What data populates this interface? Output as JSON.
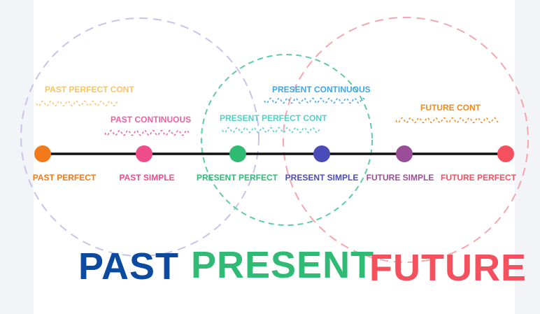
{
  "colors": {
    "timeline": "#111111",
    "past_big": "#0c4aa0",
    "present_big": "#2fbb73",
    "future_big": "#f4505d",
    "circle_past": "#c7c4ec",
    "circle_present": "#5ecba4",
    "circle_future": "#f5a6ad"
  },
  "headings": {
    "past": "PAST",
    "present": "PRESENT",
    "future": "FUTURE"
  },
  "points": [
    {
      "label": "PAST PERFECT",
      "dot_color": "#f37a1b",
      "text_color": "#f37a1b"
    },
    {
      "label": "PAST SIMPLE",
      "dot_color": "#ee4c8a",
      "text_color": "#ee4c8a"
    },
    {
      "label": "PRESENT PERFECT",
      "dot_color": "#2fbb73",
      "text_color": "#2fbb73"
    },
    {
      "label": "PRESENT SIMPLE",
      "dot_color": "#4a4cb8",
      "text_color": "#4a4cb8"
    },
    {
      "label": "FUTURE SIMPLE",
      "dot_color": "#9b4d97",
      "text_color": "#9b4d97"
    },
    {
      "label": "FUTURE PERFECT",
      "dot_color": "#f4505d",
      "text_color": "#f4505d"
    }
  ],
  "continuous": [
    {
      "label": "PAST PERFECT CONT",
      "color": "#f7c36c"
    },
    {
      "label": "PAST CONTINUOUS",
      "color": "#ee5ea0"
    },
    {
      "label": "PRESENT PERFECT CONT",
      "color": "#4fd1c6"
    },
    {
      "label": "PRESENT CONTINUOUS",
      "color": "#3fa6e6"
    },
    {
      "label": "FUTURE CONT",
      "color": "#f08a1d"
    }
  ]
}
